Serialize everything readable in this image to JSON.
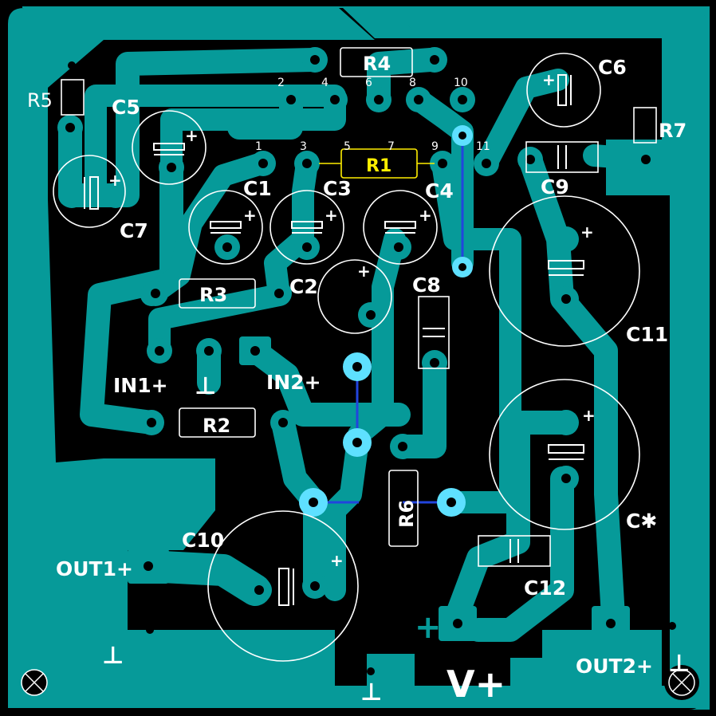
{
  "colors": {
    "copper": "#069a99",
    "background": "#000000",
    "silkscreen": "#ffffff",
    "highlight": "#ffee00",
    "via": "#5ee0ff",
    "jumper": "#2244dd"
  },
  "components": {
    "R1": "R1",
    "R2": "R2",
    "R3": "R3",
    "R4": "R4",
    "R5": "R5",
    "R6": "R6",
    "R7": "R7",
    "C1": "C1",
    "C2": "C2",
    "C3": "C3",
    "C4": "C4",
    "C5": "C5",
    "C6": "C6",
    "C7": "C7",
    "C8": "C8",
    "C9": "C9",
    "C10": "C10",
    "C11": "C11",
    "C12": "C12",
    "Cstar": "C✱"
  },
  "connectors": {
    "in1": "IN1+",
    "in2": "IN2+",
    "out1": "OUT1+",
    "out2": "OUT2+",
    "vplus": "V+",
    "plus": "+",
    "ground": "⊥"
  },
  "pins": [
    "1",
    "2",
    "3",
    "4",
    "5",
    "6",
    "7",
    "8",
    "9",
    "10",
    "11"
  ],
  "polarity": "+"
}
